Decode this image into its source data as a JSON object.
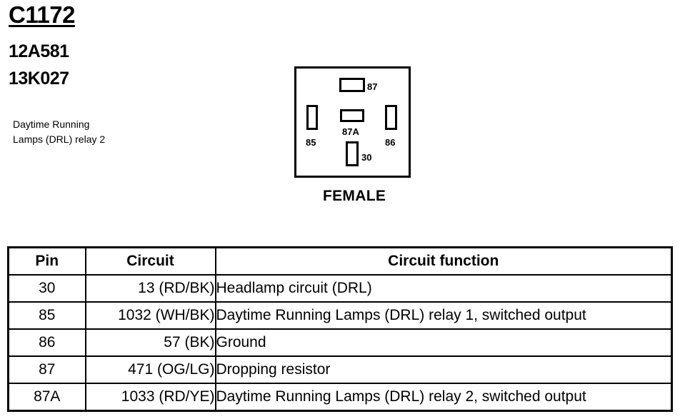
{
  "connector_id": "C1172",
  "part_numbers": [
    "12A581",
    "13K027"
  ],
  "description": "Daytime Running\nLamps (DRL) relay 2",
  "connector_face": {
    "gender": "FEMALE",
    "terminals": [
      "87",
      "85",
      "87A",
      "86",
      "30"
    ]
  },
  "table": {
    "headers": [
      "Pin",
      "Circuit",
      "Circuit function"
    ],
    "rows": [
      {
        "pin": "30",
        "circuit": "13 (RD/BK)",
        "function": "Headlamp circuit (DRL)"
      },
      {
        "pin": "85",
        "circuit": "1032 (WH/BK)",
        "function": "Daytime Running Lamps (DRL) relay 1, switched output"
      },
      {
        "pin": "86",
        "circuit": "57 (BK)",
        "function": "Ground"
      },
      {
        "pin": "87",
        "circuit": "471 (OG/LG)",
        "function": "Dropping resistor"
      },
      {
        "pin": "87A",
        "circuit": "1033 (RD/YE)",
        "function": "Daytime Running Lamps (DRL) relay 2, switched output"
      }
    ]
  }
}
